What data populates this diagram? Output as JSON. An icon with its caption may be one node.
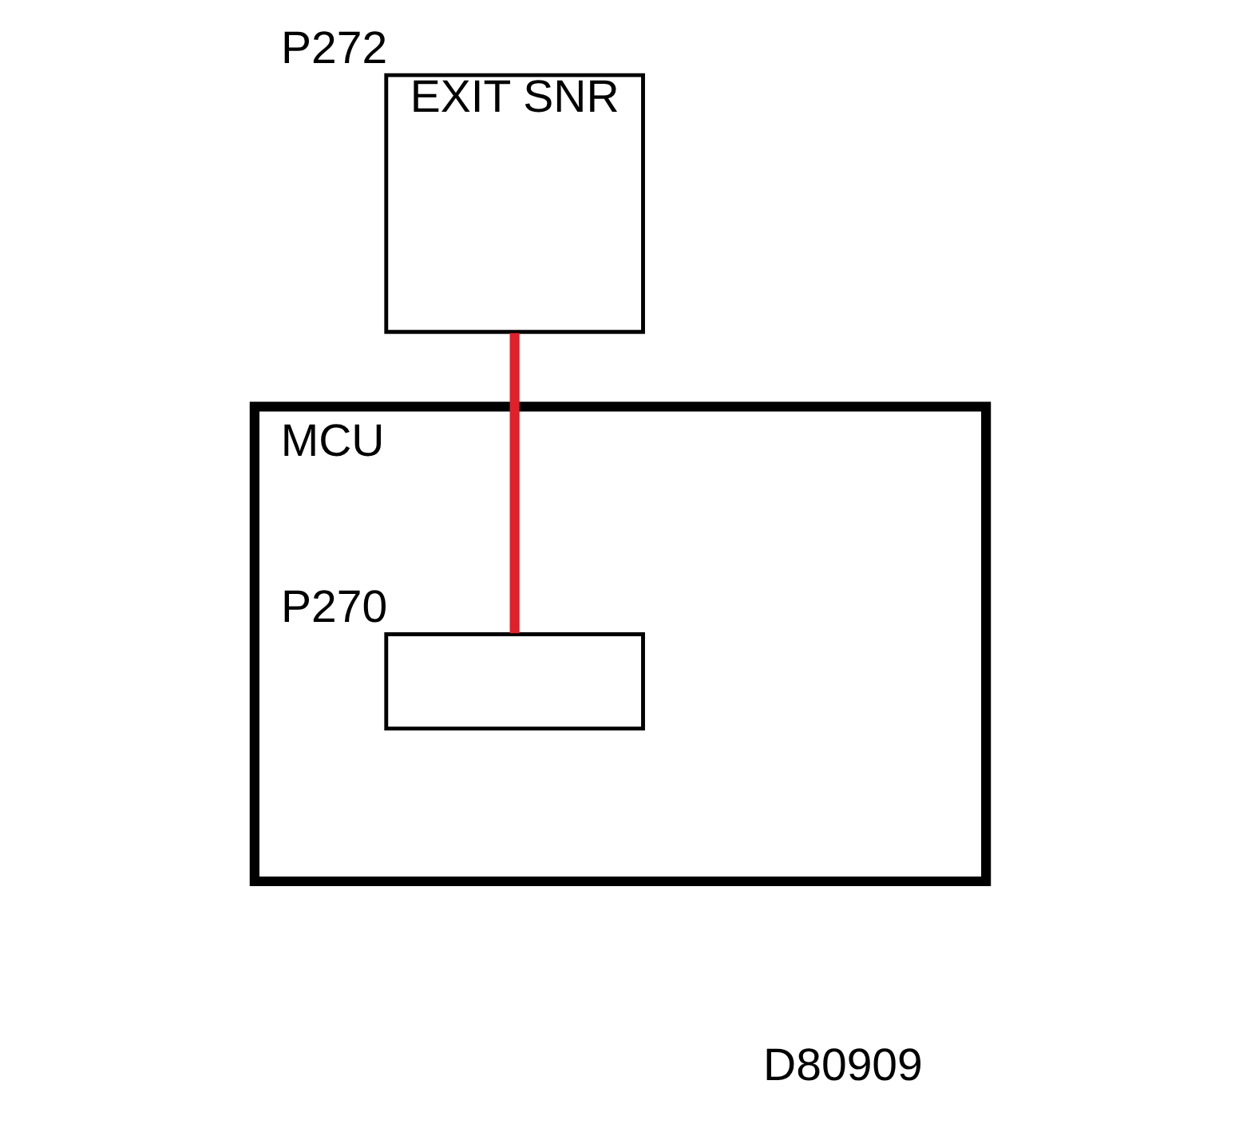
{
  "diagram": {
    "nodes": [
      {
        "text": [
          "EXIT SNR"
        ],
        "beside": [
          "P272"
        ]
      },
      {
        "text": [
          "MCU"
        ]
      },
      {
        "text": [],
        "shape": "box",
        "in": 1,
        "beside": [
          "P270"
        ]
      }
    ],
    "edges": [
      {
        "from": 0,
        "to": 2,
        "arrow": "none",
        "color": "#e0202a"
      }
    ],
    "labels": [
      "D80909"
    ]
  }
}
